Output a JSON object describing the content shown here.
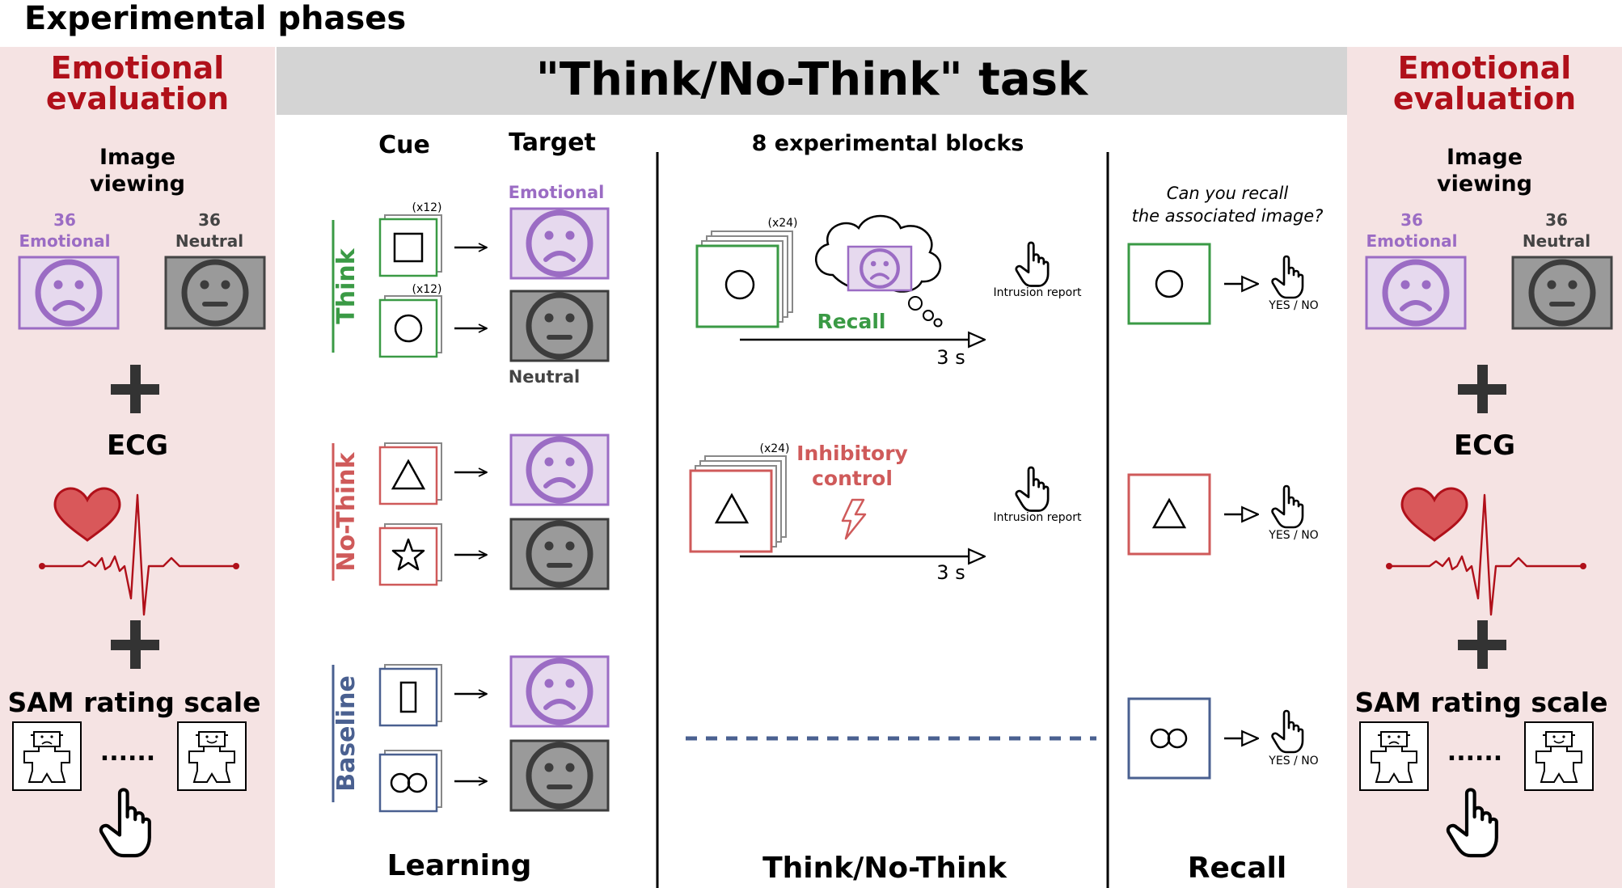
{
  "page_title": "Experimental phases",
  "side_panel": {
    "title_line1": "Emotional",
    "title_line2": "evaluation",
    "viewing_line1": "Image",
    "viewing_line2": "viewing",
    "emotional_count": "36",
    "emotional_label": "Emotional",
    "neutral_count": "36",
    "neutral_label": "Neutral",
    "ecg_label": "ECG",
    "sam_label": "SAM rating scale",
    "dots": "......"
  },
  "task_title": "\"Think/No-Think\" task",
  "learning": {
    "cue_header": "Cue",
    "target_header": "Target",
    "emotional_label": "Emotional",
    "neutral_label": "Neutral",
    "think_label": "Think",
    "nothink_label": "No-Think",
    "baseline_label": "Baseline",
    "count_label": "(x12)",
    "phase_label": "Learning"
  },
  "tnt": {
    "blocks_header": "8 experimental blocks",
    "count_label": "(x24)",
    "recall_label": "Recall",
    "inhibitory_line1": "Inhibitory",
    "inhibitory_line2": "control",
    "intrusion_label": "Intrusion report",
    "duration_label": "3 s",
    "phase_label": "Think/No-Think"
  },
  "recall_phase": {
    "question_line1": "Can you recall",
    "question_line2": "the associated image?",
    "answer_label": "YES / NO",
    "phase_label": "Recall"
  },
  "colors": {
    "panel_bg": "#f5e3e3",
    "title_red": "#b0101a",
    "header_gray": "#d4d4d4",
    "think_green": "#3a9a45",
    "nothink_red": "#cf5a5a",
    "baseline_blue": "#4a6090",
    "emotional_purple": "#9b6cc4",
    "emotional_fill": "#e6d9ee",
    "neutral_gray": "#9a9a9a",
    "face_dark": "#3c3c3c",
    "ecg_red": "#b0101a",
    "heart_red": "#d9585a"
  }
}
